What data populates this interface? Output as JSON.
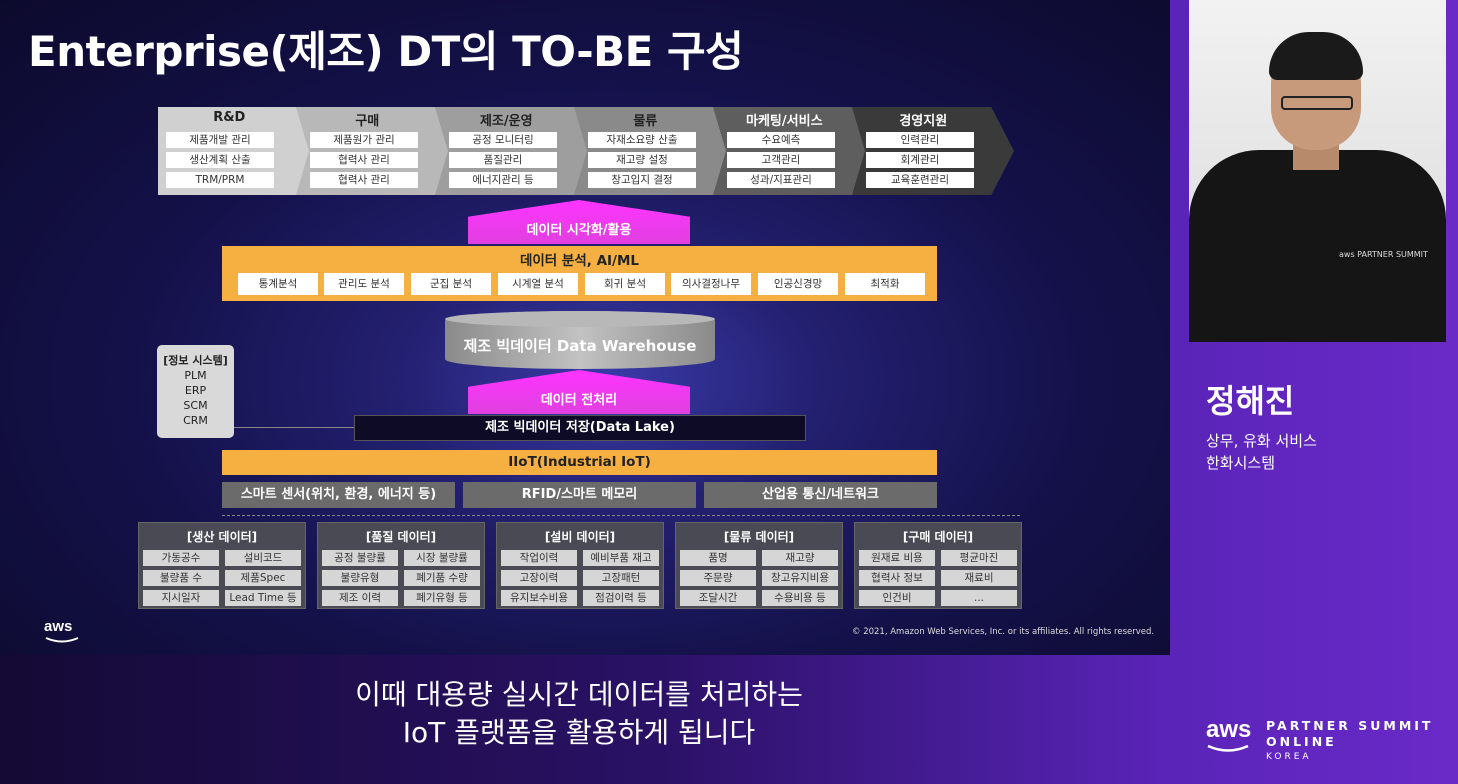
{
  "slide": {
    "title": "Enterprise(제조) DT의 TO-BE 구성",
    "value_chain": [
      {
        "title": "R&D",
        "items": [
          "제품개발 관리",
          "생산계획 산출",
          "TRM/PRM"
        ],
        "color": "#d0d0d0"
      },
      {
        "title": "구매",
        "items": [
          "제품원가 관리",
          "협력사 관리",
          "협력사 관리"
        ],
        "color": "#b8b8b8"
      },
      {
        "title": "제조/운영",
        "items": [
          "공정 모니터링",
          "품질관리",
          "에너지관리 등"
        ],
        "color": "#9e9e9e"
      },
      {
        "title": "물류",
        "items": [
          "자재소요량 산출",
          "재고량 설정",
          "창고입지 결정"
        ],
        "color": "#8a8a8a"
      },
      {
        "title": "마케팅/서비스",
        "items": [
          "수요예측",
          "고객관리",
          "성과/지표관리"
        ],
        "color": "#5e5e5e"
      },
      {
        "title": "경영지원",
        "items": [
          "인력관리",
          "회계관리",
          "교육훈련관리"
        ],
        "color": "#3a3a3a"
      }
    ],
    "arrow_top_label": "데이터 시각화/활용",
    "analysis": {
      "title": "데이터 분석, AI/ML",
      "items": [
        "통계분석",
        "관리도 분석",
        "군집 분석",
        "시계열 분석",
        "회귀 분석",
        "의사결정나무",
        "인공신경망",
        "최적화"
      ]
    },
    "warehouse_label": "제조 빅데이터 Data Warehouse",
    "arrow_mid_label": "데이터 전처리",
    "info_system": {
      "title": "[정보 시스템]",
      "items": [
        "PLM",
        "ERP",
        "SCM",
        "CRM"
      ]
    },
    "data_lake_label": "제조 빅데이터 저장(Data Lake)",
    "iiot_label": "IIoT(Industrial IoT)",
    "sensors": [
      "스마트 센서(위치, 환경, 에너지 등)",
      "RFID/스마트 메모리",
      "산업용 통신/네트워크"
    ],
    "data_boxes": [
      {
        "title": "[생산 데이터]",
        "items": [
          "가동공수",
          "설비코드",
          "불량품 수",
          "제품Spec",
          "지시일자",
          "Lead Time 등"
        ]
      },
      {
        "title": "[품질 데이터]",
        "items": [
          "공정 불량률",
          "시장 불량률",
          "불량유형",
          "폐기품 수량",
          "제조 이력",
          "폐기유형 등"
        ]
      },
      {
        "title": "[설비 데이터]",
        "items": [
          "작업이력",
          "예비부품 재고",
          "고장이력",
          "고장패턴",
          "유지보수비용",
          "점검이력 등"
        ]
      },
      {
        "title": "[물류 데이터]",
        "items": [
          "품명",
          "재고량",
          "주문량",
          "창고유지비용",
          "조달시간",
          "수용비용 등"
        ]
      },
      {
        "title": "[구매 데이터]",
        "items": [
          "원재료 비용",
          "평균마진",
          "협력사 정보",
          "재료비",
          "인건비",
          "..."
        ]
      }
    ],
    "aws_logo": "aws",
    "copyright": "© 2021, Amazon Web Services, Inc. or its affiliates. All rights reserved."
  },
  "speaker": {
    "name": "정해진",
    "role_line1": "상무, 유화 서비스",
    "role_line2": "한화시스템",
    "shirt_logo": "aws PARTNER SUMMIT"
  },
  "caption": {
    "line1": "이때 대용량 실시간 데이터를 처리하는",
    "line2": "IoT 플랫폼을 활용하게 됩니다"
  },
  "branding": {
    "aws": "aws",
    "line1": "PARTNER SUMMIT",
    "line2": "ONLINE",
    "line3": "KOREA"
  }
}
